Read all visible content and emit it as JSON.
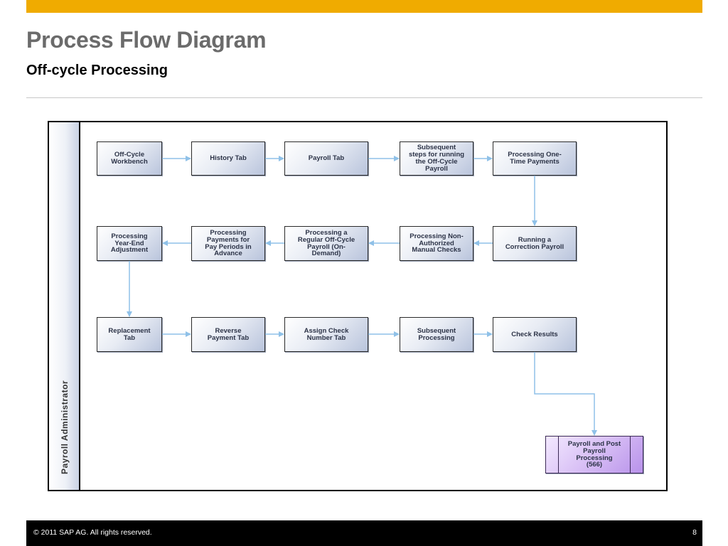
{
  "header": {
    "title": "Process Flow Diagram",
    "subtitle": "Off-cycle Processing"
  },
  "diagram": {
    "lane_label": "Payroll Administrator",
    "arrow_color": "#8fc1e8",
    "nodes": {
      "off_cycle_workbench": "Off-Cycle\nWorkbench",
      "history_tab": "History Tab",
      "payroll_tab": "Payroll Tab",
      "subsequent_steps": "Subsequent\nsteps for running\nthe Off-Cycle\nPayroll",
      "one_time_payments": "Processing One-\nTime Payments",
      "correction_payroll": "Running a\nCorrection Payroll",
      "non_authorized_checks": "Processing Non-\nAuthorized\nManual Checks",
      "regular_off_cycle": "Processing a\nRegular Off-Cycle\nPayroll (On-\nDemand)",
      "pay_periods_advance": "Processing\nPayments for\nPay Periods in\nAdvance",
      "year_end_adjustment": "Processing\nYear-End\nAdjustment",
      "replacement_tab": "Replacement\nTab",
      "reverse_payment_tab": "Reverse\nPayment Tab",
      "assign_check_number_tab": "Assign Check\nNumber Tab",
      "subsequent_processing": "Subsequent\nProcessing",
      "check_results": "Check Results",
      "payroll_post_processing": "Payroll and Post\nPayroll\nProcessing\n(566)"
    }
  },
  "footer": {
    "copyright": "© 2011 SAP AG. All rights reserved.",
    "page_number": "8"
  }
}
